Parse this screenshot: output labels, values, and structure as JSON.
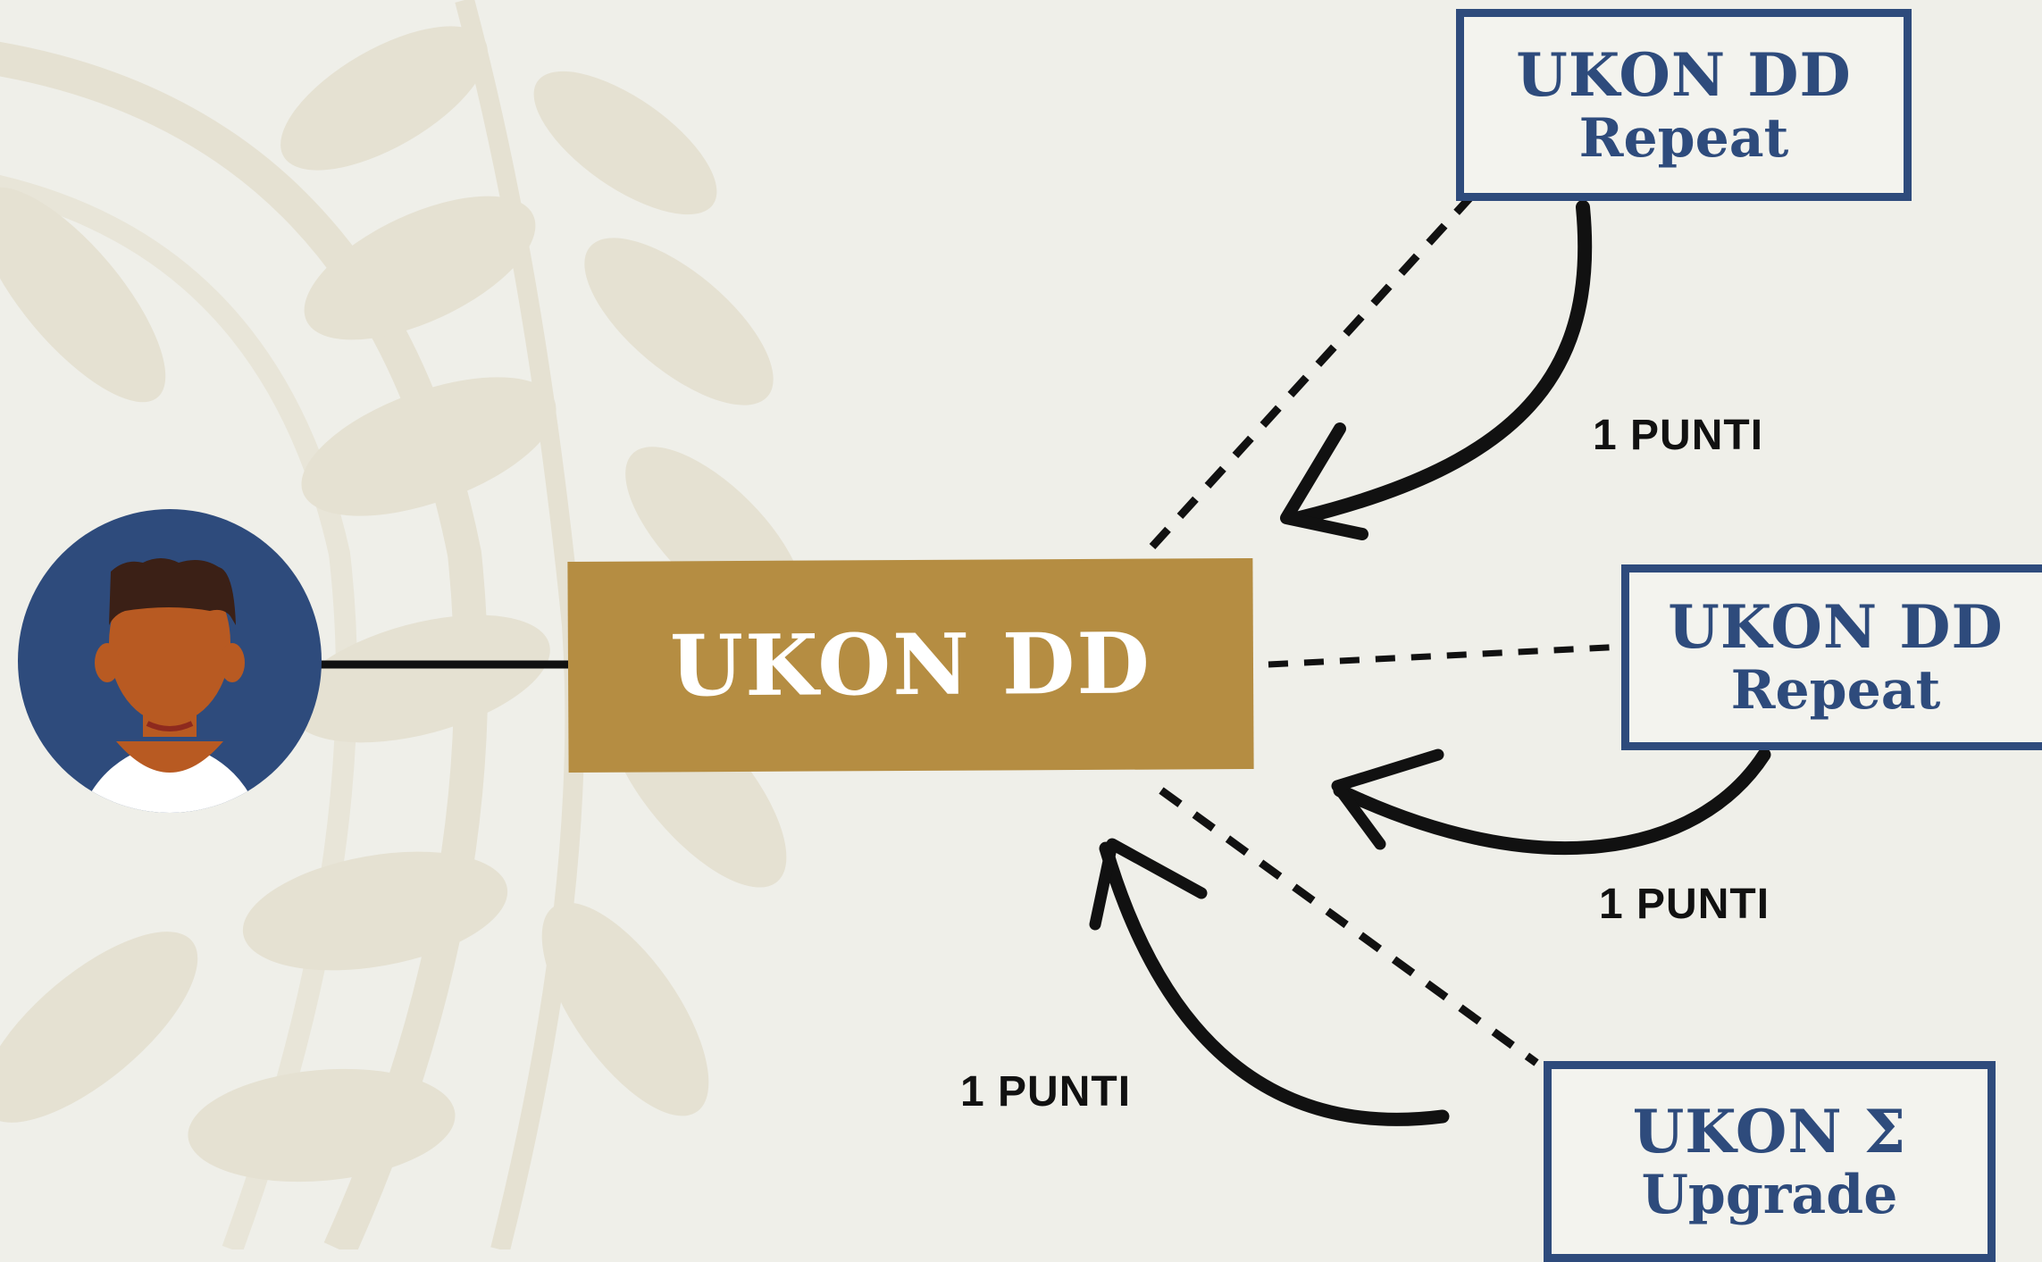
{
  "colors": {
    "background": "#efefe9",
    "leaf": "#e5e1d2",
    "navy": "#2e4b7c",
    "gold": "#b58d42",
    "skin": "#b85a22",
    "hair": "#3b2016"
  },
  "main_node": {
    "label": "UKON DD"
  },
  "nodes": [
    {
      "line1": "UKON DD",
      "line2": "Repeat"
    },
    {
      "line1": "UKON DD",
      "line2": "Repeat"
    },
    {
      "line1": "UKON Σ",
      "line2": "Upgrade"
    }
  ],
  "points_labels": [
    "1 PUNTI",
    "1 PUNTI",
    "1 PUNTI"
  ],
  "icons": [
    "person-avatar-icon",
    "leaf-wreath-decoration",
    "curved-arrow-icon"
  ]
}
